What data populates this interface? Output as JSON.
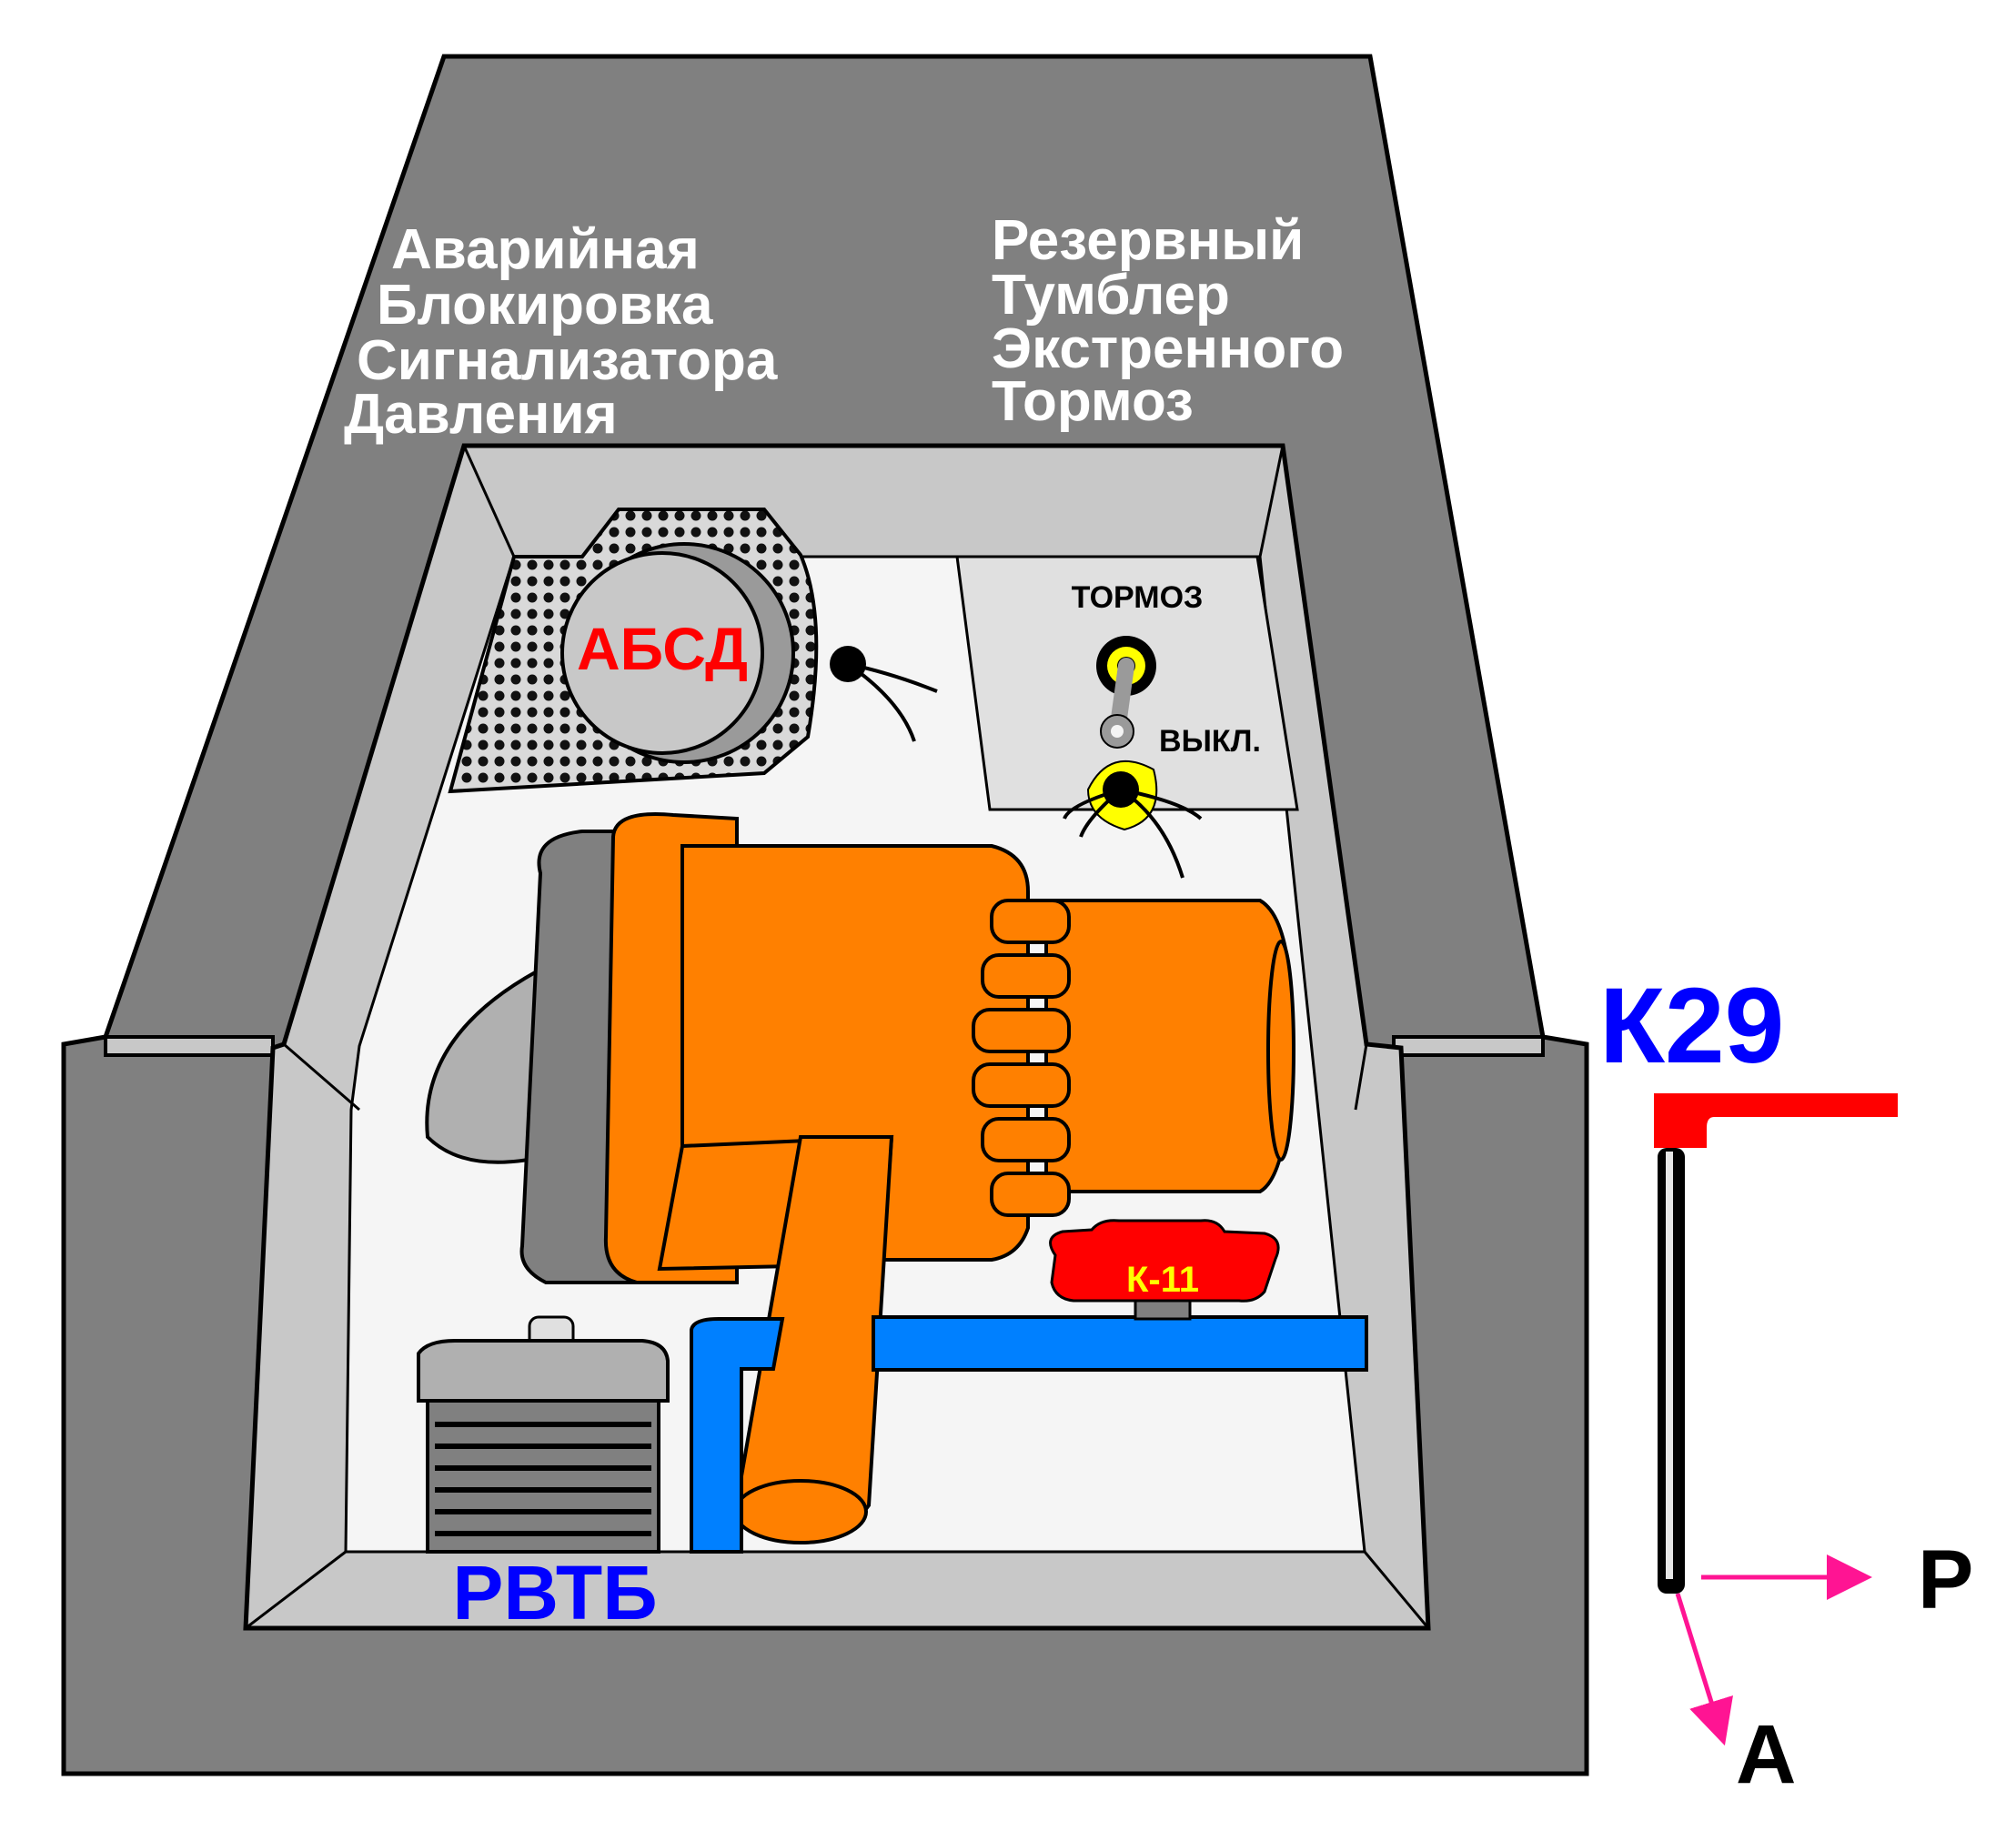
{
  "labels": {
    "emergency_lock": [
      "Аварийная",
      "Блокировка",
      "Сигнализатора",
      "Давления"
    ],
    "reserve_toggle": [
      "Резервный",
      "Тумблер",
      "Экстренного",
      "Тормоз"
    ],
    "absd": "АБСД",
    "brake": "ТОРМОЗ",
    "off": "ВЫКЛ.",
    "k11": "К-11",
    "rvtb": "РВТБ",
    "k29": "К29",
    "pos_p": "Р",
    "pos_a": "А"
  },
  "colors": {
    "housing": "#808080",
    "inner_wall": "#c8c8c8",
    "floor": "#f5f5f5",
    "valve_body": "#ff8000",
    "pipe": "#0080ff",
    "k11_knob": "#ff0000",
    "toggle_ring": "#ffff00",
    "k29_label": "#0000ff",
    "absd_label": "#ff0000",
    "arrow": "#ff1493"
  }
}
